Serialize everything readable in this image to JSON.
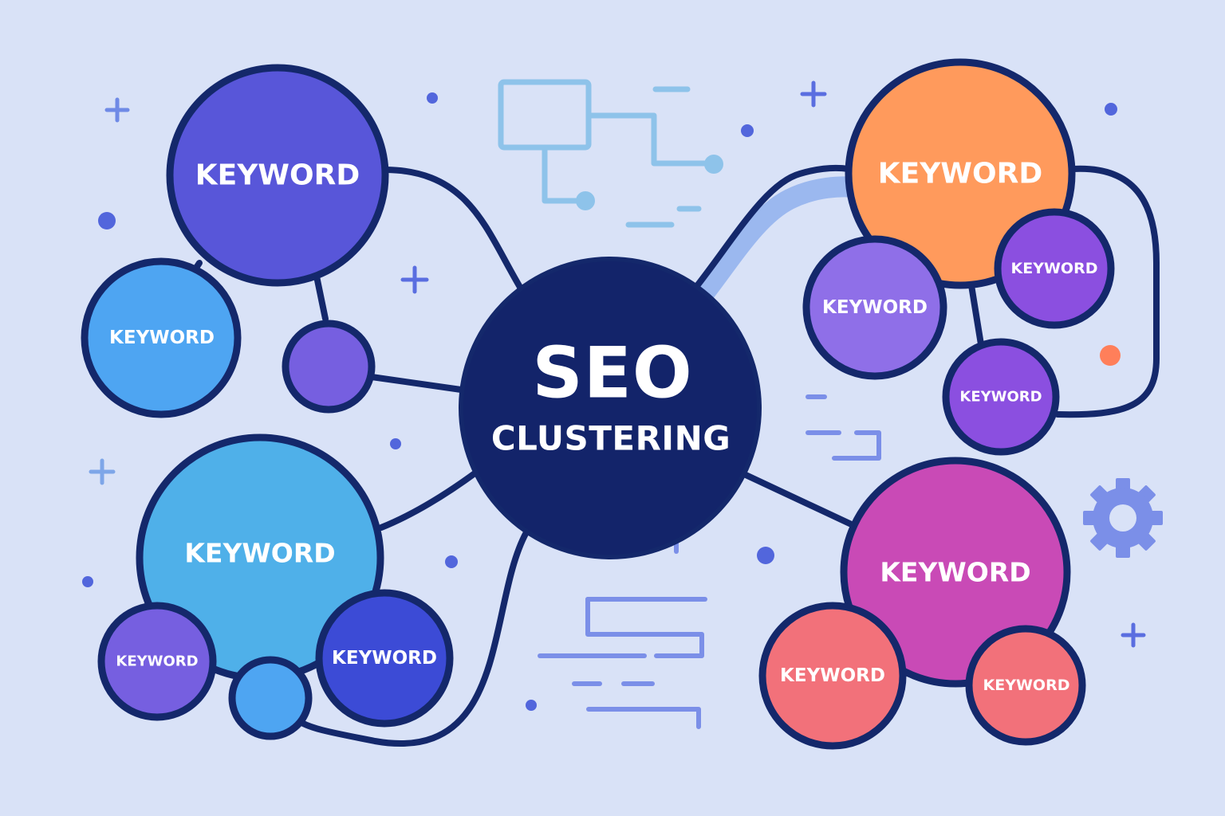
{
  "hub": {
    "title": "SEO",
    "subtitle": "CLUSTERING"
  },
  "keywords": {
    "top_left_main": "KEYWORD",
    "top_left_small": "KEYWORD",
    "bottom_left_main": "KEYWORD",
    "bottom_left_sub_a": "KEYWORD",
    "bottom_left_sub_b": "KEYWORD",
    "top_right_main": "KEYWORD",
    "top_right_sub_a": "KEYWORD",
    "top_right_sub_b": "KEYWORD",
    "top_right_sub_c": "KEYWORD",
    "bottom_right_main": "KEYWORD",
    "bottom_right_sub_a": "KEYWORD",
    "bottom_right_sub_b": "KEYWORD"
  },
  "colors": {
    "background": "#d9e2f7",
    "outline": "#14286b",
    "hub": "#13246a",
    "indigo": "#5856d9",
    "sky_blue": "#4ea5f2",
    "cyan_blue": "#4fb0e9",
    "violet": "#765fe0",
    "royal_blue": "#3c4bd6",
    "orange": "#ff9a5c",
    "lavender": "#8f6fe8",
    "purple": "#8b4fe0",
    "magenta": "#c94ab6",
    "coral": "#f2717a",
    "light_blue_accent": "#8ec3ea",
    "periwinkle_accent": "#7b8fe8"
  },
  "icons": [
    "flowchart-icon",
    "gear-icon",
    "plus-icon",
    "dot-icon",
    "list-lines-icon"
  ]
}
